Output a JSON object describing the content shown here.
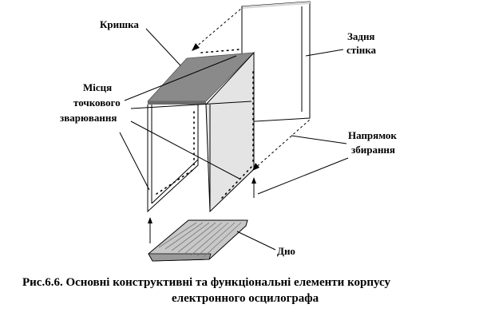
{
  "labels": {
    "lid": "Кришка",
    "back_wall_1": "Задня",
    "back_wall_2": "стінка",
    "weld_1": "Місця",
    "weld_2": "точкового",
    "weld_3": "зварювання",
    "direction_1": "Напрямок",
    "direction_2": "збирання",
    "bottom": "Дно"
  },
  "caption": {
    "line1": "Рис.6.6. Основні конструктивні та функціональні елементи корпусу",
    "line2": "електронного осцилографа"
  },
  "colors": {
    "lid_top": "#8a8a8a",
    "side_panel": "#e4e4e4",
    "outline": "#000000",
    "bottom_tray": "#b8b8b8"
  }
}
